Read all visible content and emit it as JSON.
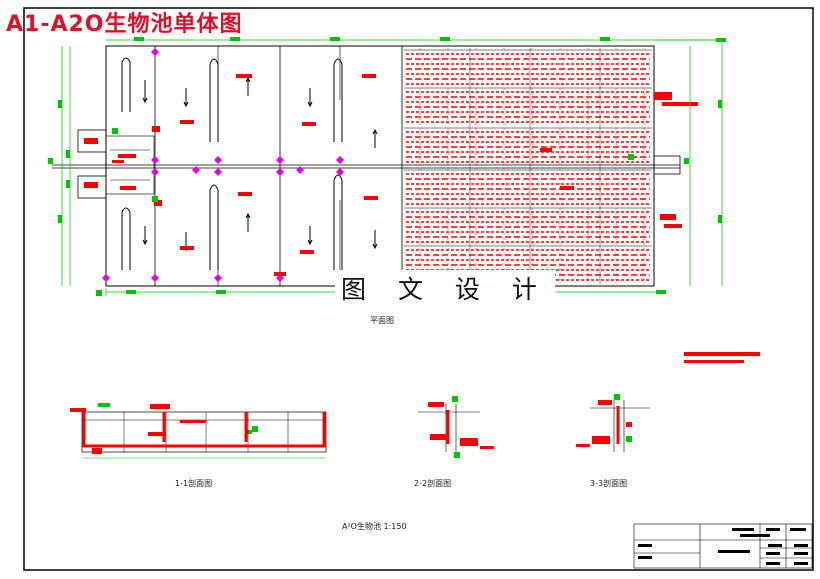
{
  "title": "A1-A2O生物池单体图",
  "watermark": "图 文 设 计",
  "captions": {
    "plan": "平面图",
    "section_1": "1-1剖面图",
    "section_2": "2-2剖面图",
    "section_3": "3-3剖面图",
    "scale_note": "A²O生物池  1:150"
  },
  "colors": {
    "title": "#e0102a",
    "line": "#000000",
    "annotation": "#ff0000",
    "dimension": "#00c400",
    "marker": "#e600e6",
    "frame": "#000000"
  }
}
